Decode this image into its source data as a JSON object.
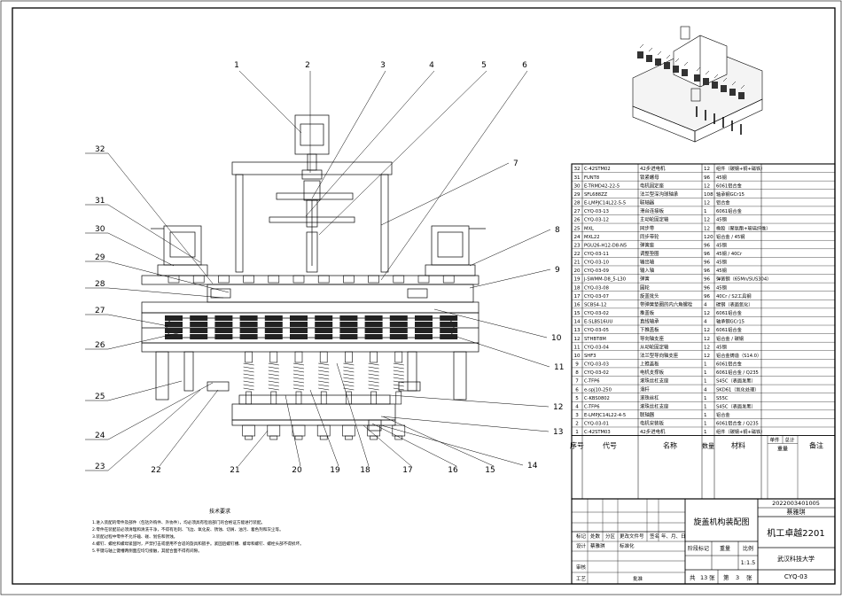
{
  "balloons_left": [
    "32",
    "31",
    "30",
    "29",
    "28",
    "27",
    "26",
    "25",
    "24",
    "23"
  ],
  "balloons_top": [
    "1",
    "2",
    "3",
    "4",
    "5",
    "6"
  ],
  "balloons_right": [
    "7",
    "8",
    "9",
    "10",
    "11",
    "12",
    "13",
    "14"
  ],
  "balloons_bottom": [
    "22",
    "21",
    "20",
    "19",
    "18",
    "17",
    "16",
    "15"
  ],
  "bom_rows": [
    [
      "32",
      "C-42STM02",
      "42步进电机",
      "12",
      "组件（碳钢+铜+磁铁）"
    ],
    [
      "31",
      "FUNT8",
      "锁紧螺母",
      "96",
      "45钢"
    ],
    [
      "30",
      "E-TRMD42-22-5",
      "电机固定座",
      "12",
      "6061铝合金"
    ],
    [
      "29",
      "SFL688ZZ",
      "法兰型深沟球轴承",
      "108",
      "轴承钢GCr15"
    ],
    [
      "28",
      "E-LMPJC14L22-5-5",
      "联轴器",
      "12",
      "铝合金"
    ],
    [
      "27",
      "CYQ-03-13",
      "滑台连接板",
      "1",
      "6061铝合金"
    ],
    [
      "26",
      "CYQ-03-12",
      "主动轮固定轴",
      "12",
      "45钢"
    ],
    [
      "25",
      "MXL",
      "同步带",
      "12",
      "橡胶（聚氨酯+玻璃纤维）"
    ],
    [
      "24",
      "MXL22",
      "同步带轮",
      "120",
      "铝合金 / 45钢"
    ],
    [
      "23",
      "PGU26-H12-D8-N5",
      "弹簧座",
      "96",
      "45钢"
    ],
    [
      "22",
      "CYQ-03-11",
      "调整垫圈",
      "96",
      "45钢 / 40Cr"
    ],
    [
      "21",
      "CYQ-03-10",
      "输出轴",
      "96",
      "45钢"
    ],
    [
      "20",
      "CYQ-03-09",
      "输入轴",
      "96",
      "45钢"
    ],
    [
      "19",
      "J-SWMM-D8_5-L30",
      "弹簧",
      "96",
      "弹簧钢（65Mn/SUS304）"
    ],
    [
      "18",
      "CYQ-03-08",
      "圆轮",
      "96",
      "45钢"
    ],
    [
      "17",
      "CYQ-03-07",
      "旋盖批头",
      "96",
      "40Cr / S2工具钢"
    ],
    [
      "16",
      "SCBS4-12",
      "带弹簧垫圈的内六角螺栓",
      "4",
      "碳钢（表面氧化）"
    ],
    [
      "15",
      "CYQ-03-02",
      "推盖板",
      "12",
      "6061铝合金"
    ],
    [
      "14",
      "E-SLBS16UU",
      "直线轴承",
      "4",
      "轴承钢GCr15"
    ],
    [
      "13",
      "CYQ-03-05",
      "下推盖板",
      "12",
      "6061铝合金"
    ],
    [
      "12",
      "STHBT8M",
      "导向轴支座",
      "12",
      "铝合金 / 碳钢"
    ],
    [
      "11",
      "CYQ-03-04",
      "从动轮固定轴",
      "12",
      "45钢"
    ],
    [
      "10",
      "SHF3",
      "法兰型导向轴支座",
      "12",
      "铝合金铸造（S14.0）"
    ],
    [
      "9",
      "CYQ-03-03",
      "上推盖板",
      "1",
      "6061铝合金"
    ],
    [
      "8",
      "CYQ-03-02",
      "电机支撑板",
      "1",
      "6061铝合金 / Q235"
    ],
    [
      "7",
      "C-TFP6",
      "滚珠丝杠支座",
      "1",
      "S45C（表面发黑）"
    ],
    [
      "6",
      "e-spj10-250",
      "滑杆",
      "4",
      "SKD61（氮化处理）"
    ],
    [
      "5",
      "C-KBS0802",
      "滚珠丝杠",
      "1",
      "S55C"
    ],
    [
      "4",
      "C-TFP6",
      "滚珠丝杠支座",
      "1",
      "S45C（表面发黑）"
    ],
    [
      "3",
      "E-LMPJC14L22-4-5",
      "联轴器",
      "1",
      "铝合金"
    ],
    [
      "2",
      "CYQ-03-01",
      "电机安装板",
      "1",
      "6061铝合金 / Q235"
    ],
    [
      "1",
      "C-42STM03",
      "42步进电机",
      "1",
      "组件（碳钢+铜+磁铁）"
    ]
  ],
  "bom_header": {
    "seq": "序号",
    "code": "代号",
    "name": "名称",
    "qty": "数量",
    "material": "材料",
    "single": "单件",
    "total": "总计",
    "weight": "重量",
    "remark": "备注"
  },
  "title_block": {
    "drawing_name": "旋盖机构装配图",
    "student_id": "2022003401005",
    "student_name": "蔡雅琪",
    "class_name": "机工卓越2201",
    "school": "武汉科技大学",
    "drawing_no": "CYQ-03",
    "scale": "1:1.5",
    "stage_label": "阶段标记",
    "weight_label": "重量",
    "scale_label": "比例",
    "mark": "标记",
    "count": "处数",
    "zone": "分区",
    "change_doc": "更改文件号",
    "sign": "签名",
    "date": "年、月、日",
    "design": "设计",
    "designer": "蔡雅琪",
    "standardize": "标准化",
    "process": "工艺",
    "review": "审核",
    "approve": "批准",
    "sheets_prefix": "共",
    "sheets_total": "13",
    "sheets_mid": "张",
    "sheet_no": "第",
    "sheet_num": "3",
    "sheet_suffix": "张"
  },
  "notes": {
    "title": "技术要求",
    "items": [
      "1.进入装配的零件及部件（包括外购件、外协件），均必须具有检验部门的合格证方能进行装配。",
      "2.零件在装配前必须清理和清洗干净，不得有毛刺、飞边、氧化皮、锈蚀、切屑、油污、着色剂和灰尘等。",
      "3.装配过程中零件不允许磕、碰、划伤和锈蚀。",
      "4.螺钉、螺栓和螺母紧固时，严禁打击或使用不合适的旋具和扳手。紧固后螺钉槽、螺母和螺钉、螺栓头部不得损坏。",
      "5.平键与轴上键槽两侧面应均匀接触，其配合面不得有间隙。"
    ]
  }
}
